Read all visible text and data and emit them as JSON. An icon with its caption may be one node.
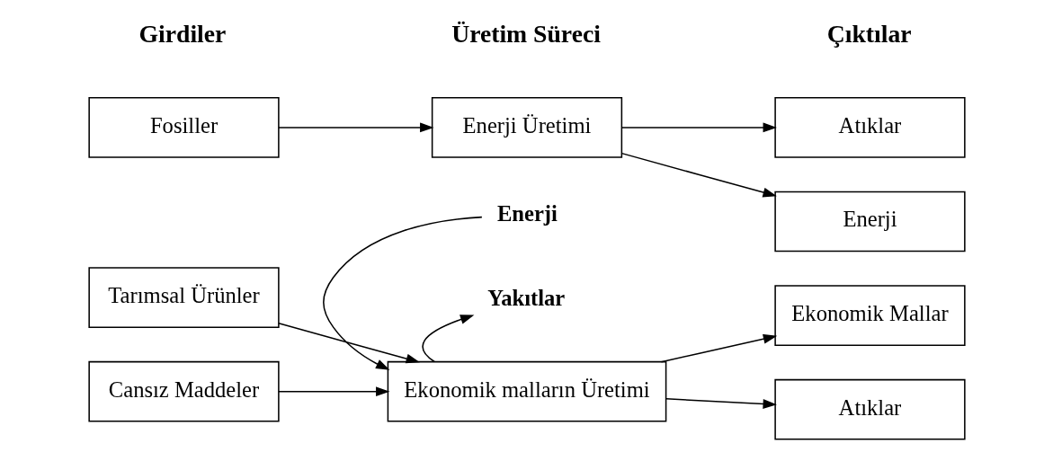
{
  "diagram": {
    "nodes": [
      {
        "text": [
          "Fosiller"
        ]
      },
      {
        "text": [
          "Enerji Üretimi"
        ]
      },
      {
        "text": [
          "Atıklar"
        ]
      },
      {
        "text": [
          "Enerji"
        ]
      },
      {
        "text": [
          "Tarımsal Ürünler"
        ]
      },
      {
        "text": [
          "Cansız Maddeler"
        ]
      },
      {
        "text": [
          "Ekonomik malların Üretimi"
        ]
      },
      {
        "text": [
          "Ekonomik Mallar"
        ]
      },
      {
        "text": [
          "Atıklar"
        ]
      },
      {
        "text": [
          "Enerji"
        ]
      },
      {
        "text": [
          "Yakıtlar"
        ]
      }
    ],
    "edges": [
      {
        "from": 0,
        "to": 1,
        "arrow": "to"
      },
      {
        "from": 1,
        "to": 2,
        "arrow": "to"
      },
      {
        "from": 1,
        "to": 3,
        "arrow": "to"
      },
      {
        "from": 9,
        "to": 6,
        "arrow": "to"
      },
      {
        "from": 6,
        "to": 10,
        "arrow": "to"
      },
      {
        "from": 4,
        "to": 6,
        "arrow": "to"
      },
      {
        "from": 5,
        "to": 6,
        "arrow": "to"
      },
      {
        "from": 6,
        "to": 7,
        "arrow": "to"
      },
      {
        "from": 6,
        "to": 8,
        "arrow": "to"
      }
    ],
    "labels": [
      "Girdiler",
      "Üretim Süreci",
      "Çıktılar"
    ]
  }
}
